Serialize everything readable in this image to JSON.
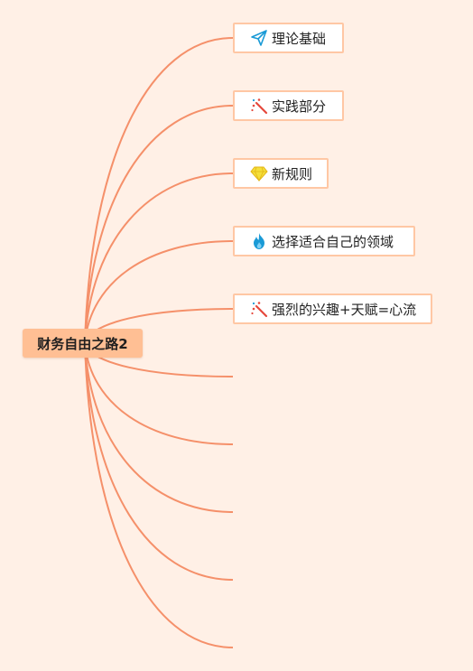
{
  "root": {
    "label": "财务自由之路2"
  },
  "branches": [
    {
      "label": "理论基础",
      "icon": "paper-plane-icon"
    },
    {
      "label": "实践部分",
      "icon": "magic-wand-icon"
    },
    {
      "label": "新规则",
      "icon": "diamond-icon"
    },
    {
      "label": "选择适合自己的领域",
      "icon": "fire-icon"
    },
    {
      "label": "强烈的兴趣+天赋=心流",
      "icon": "magic-wand-icon"
    }
  ],
  "empty_branch_count": 5,
  "colors": {
    "background": "#fff0e6",
    "line": "#f5906a",
    "root_fill": "#ffbf94",
    "node_border": "#ffc7a4",
    "icon_blue": "#1a9ad6",
    "icon_red": "#e5483c",
    "icon_yellow": "#f5df3a"
  }
}
